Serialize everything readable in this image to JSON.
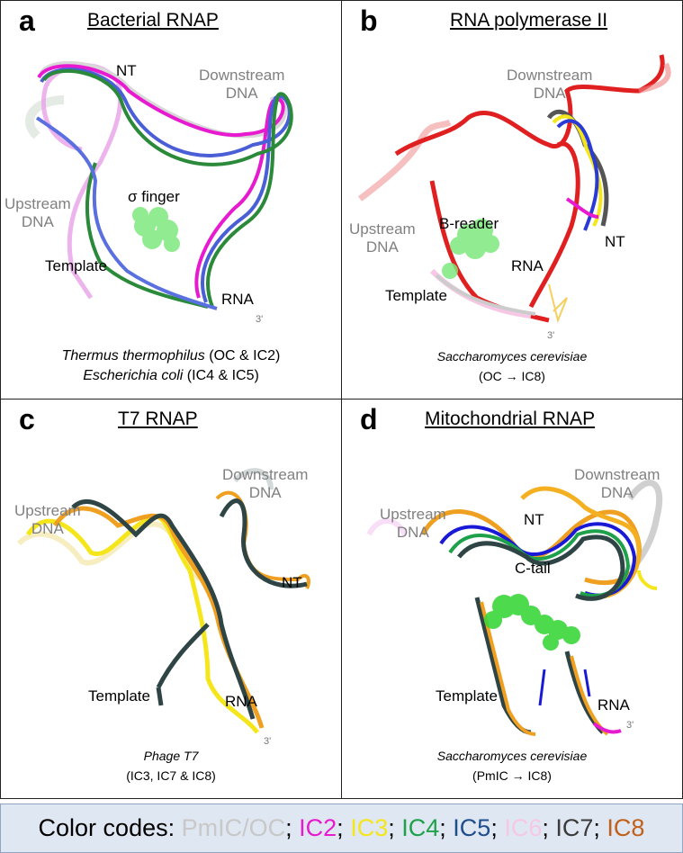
{
  "panels": {
    "a": {
      "letter": "a",
      "title": "Bacterial RNAP",
      "labels": {
        "nt": "NT",
        "downstream": "Downstream\nDNA",
        "upstream": "Upstream\nDNA",
        "sigma": "σ finger",
        "template": "Template",
        "rna": "RNA",
        "three_prime": "3'"
      },
      "species_line1_italic": "Thermus  thermophilus",
      "species_line1_rest": " (OC & IC2)",
      "species_line2_italic": "Escherichia coli",
      "species_line2_rest": " (IC4 & IC5)"
    },
    "b": {
      "letter": "b",
      "title": "RNA polymerase II",
      "labels": {
        "downstream": "Downstream\nDNA",
        "upstream": "Upstream\nDNA",
        "breader": "B-reader",
        "nt": "NT",
        "rna": "RNA",
        "template": "Template",
        "three_prime": "3'"
      },
      "species_italic": "Saccharomyces cerevisiae",
      "complexes": "(OC → IC8)"
    },
    "c": {
      "letter": "c",
      "title": "T7 RNAP",
      "labels": {
        "downstream": "Downstream\nDNA",
        "upstream": "Upstream\nDNA",
        "nt": "NT",
        "template": "Template",
        "rna": "RNA",
        "three_prime": "3'"
      },
      "species_italic": "Phage T7",
      "complexes": "(IC3, IC7 & IC8)"
    },
    "d": {
      "letter": "d",
      "title": "Mitochondrial RNAP",
      "labels": {
        "downstream": "Downstream\nDNA",
        "upstream": "Upstream\nDNA",
        "nt": "NT",
        "ctail": "C-tail",
        "template": "Template",
        "rna": "RNA",
        "three_prime": "3'"
      },
      "species_italic": "Saccharomyces cerevisiae",
      "complexes": "(PmIC → IC8)"
    }
  },
  "legend": {
    "prefix": "Color codes: ",
    "items": [
      {
        "label": "PmIC/OC",
        "color": "#c8c8c8"
      },
      {
        "label": "IC2",
        "color": "#e81ad0"
      },
      {
        "label": "IC3",
        "color": "#f4e61a"
      },
      {
        "label": "IC4",
        "color": "#1ea14a"
      },
      {
        "label": "IC5",
        "color": "#1f4e8c"
      },
      {
        "label": "IC6",
        "color": "#f6c8e6"
      },
      {
        "label": "IC7",
        "color": "#3a3a3a"
      },
      {
        "label": "IC8",
        "color": "#c0601a"
      }
    ]
  }
}
